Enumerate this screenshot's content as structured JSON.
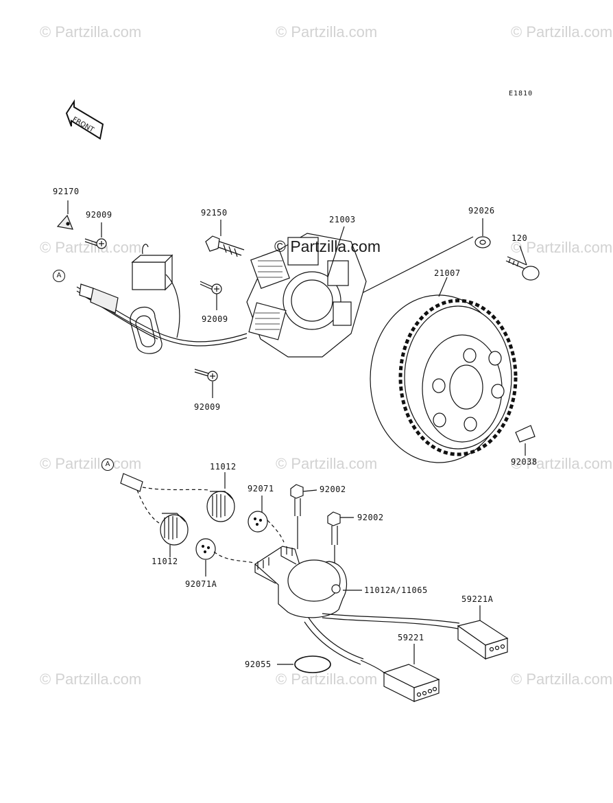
{
  "watermark": "© Partzilla.com",
  "diagram_code": "E1810",
  "front_label": "FRONT",
  "callout_letter": "A",
  "parts": {
    "p92170": "92170",
    "p92009_top": "92009",
    "p92150": "92150",
    "p21003": "21003",
    "p92026": "92026",
    "p120": "120",
    "p21007": "21007",
    "p92009_mid": "92009",
    "p92009_low": "92009",
    "p92038": "92038",
    "p11012_top": "11012",
    "p92071": "92071",
    "p92002_a": "92002",
    "p92002_b": "92002",
    "p11012_left": "11012",
    "p92071A": "92071A",
    "p11012A": "11012A/11065",
    "p59221A": "59221A",
    "p59221": "59221",
    "p92055": "92055"
  }
}
